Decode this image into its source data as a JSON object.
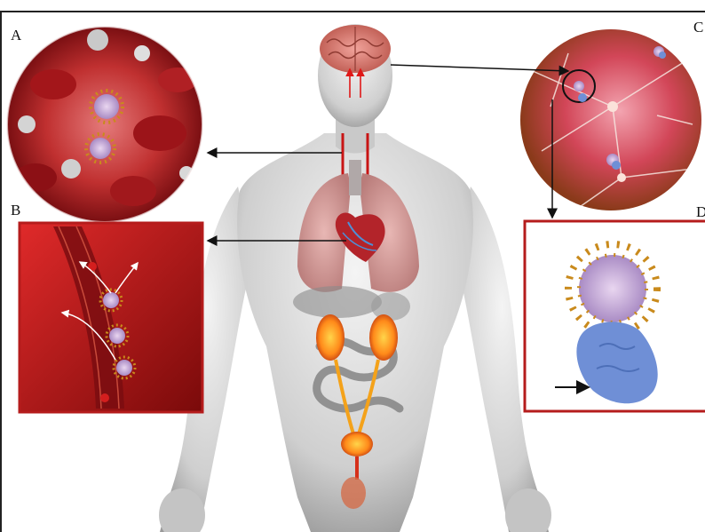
{
  "panels": {
    "a": "A",
    "b": "B",
    "c": "C",
    "d": "D"
  },
  "colors": {
    "blood": "#b01818",
    "panel_border": "#b51c1c",
    "body_skin": "#d9d9d9",
    "virus_spike": "#c98a1c",
    "receptor": "#6f8fd6",
    "neuron_bg": "#d9475a"
  }
}
